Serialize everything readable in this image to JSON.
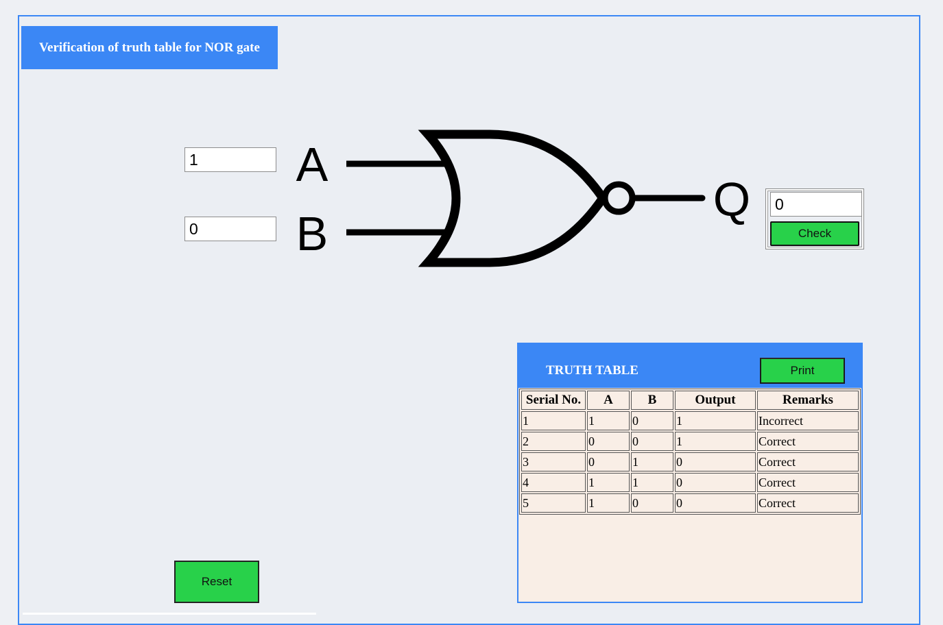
{
  "title": "Verification of truth table for NOR gate",
  "inputs": {
    "a_value": "1",
    "b_value": "0",
    "a_label": "A",
    "b_label": "B"
  },
  "output": {
    "q_label": "Q",
    "q_value": "0",
    "check_label": "Check"
  },
  "reset_label": "Reset",
  "truth_table": {
    "title": "TRUTH TABLE",
    "print_label": "Print",
    "headers": [
      "Serial No.",
      "A",
      "B",
      "Output",
      "Remarks"
    ],
    "rows": [
      [
        "1",
        "1",
        "0",
        "1",
        "Incorrect"
      ],
      [
        "2",
        "0",
        "0",
        "1",
        "Correct"
      ],
      [
        "3",
        "0",
        "1",
        "0",
        "Correct"
      ],
      [
        "4",
        "1",
        "1",
        "0",
        "Correct"
      ],
      [
        "5",
        "1",
        "0",
        "0",
        "Correct"
      ]
    ]
  },
  "colors": {
    "accent_blue": "#3b87f5",
    "button_green": "#28d14a",
    "table_bg": "#f9eee6",
    "page_bg": "#ebeef3"
  }
}
